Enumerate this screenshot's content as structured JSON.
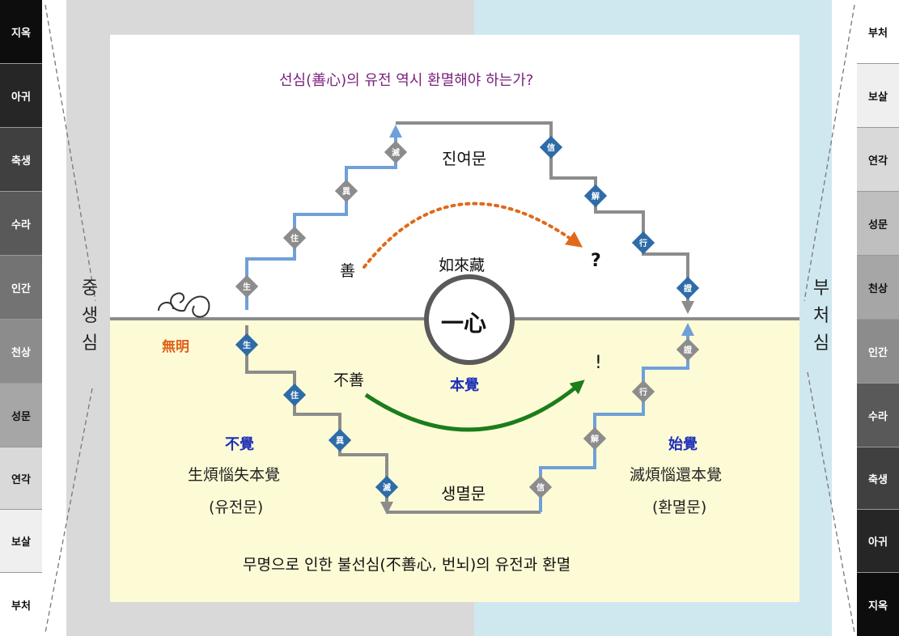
{
  "title": "선심(善心)의 유전 역시 환멸해야 하는가?",
  "subtitle": "무명으로 인한 불선심(不善心, 번뇌)의 유전과 환멸",
  "left_column": [
    "지옥",
    "아귀",
    "축생",
    "수라",
    "인간",
    "천상",
    "성문",
    "연각",
    "보살",
    "부처"
  ],
  "right_column": [
    "부처",
    "보살",
    "연각",
    "성문",
    "천상",
    "인간",
    "수라",
    "축생",
    "아귀",
    "지옥"
  ],
  "left_vertical": "중생심",
  "right_vertical": "부처심",
  "center": "一心",
  "labels": {
    "jinyeomun": "진여문",
    "saengmyeolmun": "생멸문",
    "yeoraejang": "如來藏",
    "good": "善",
    "not_good": "不善",
    "question": "?",
    "exclaim": "!",
    "bongak": "本覺",
    "mumyeong": "無明",
    "bulgak_title": "不覺",
    "bulgak_text": "生煩惱失本覺",
    "bulgak_sub": "(유전문)",
    "sigak_title": "始覺",
    "sigak_text": "滅煩惱還本覺",
    "sigak_sub": "(환멸문)"
  },
  "diamonds": {
    "top_left": [
      "生",
      "住",
      "異",
      "滅"
    ],
    "top_right": [
      "信",
      "解",
      "行",
      "證"
    ],
    "bottom_left": [
      "生",
      "住",
      "異",
      "滅"
    ],
    "bottom_right": [
      "信",
      "解",
      "行",
      "證"
    ]
  },
  "colors": {
    "dark": "#1a1a1a",
    "blue_line": "#6fa0d8",
    "gray_line": "#8c8c8c",
    "diamond_blue": "#2e6ca8",
    "diamond_gray": "#8c8c8c",
    "green_arrow": "#1b7d1b",
    "orange_arrow": "#e06a1a",
    "title_purple": "#7a1f7a",
    "label_blue": "#1f2fb8",
    "label_orange": "#e0601a"
  }
}
